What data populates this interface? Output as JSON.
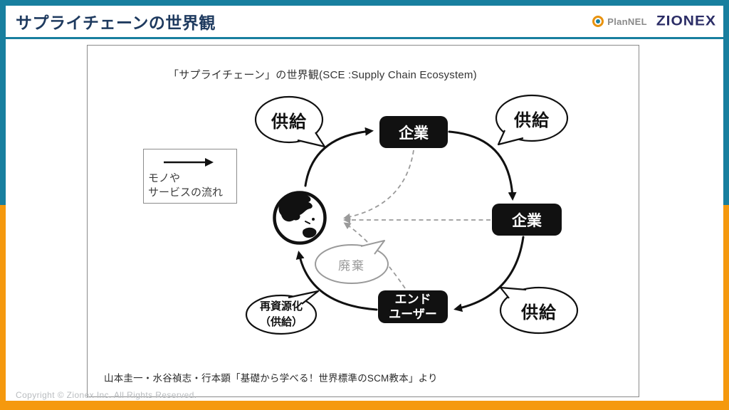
{
  "header": {
    "title": "サプライチェーンの世界観",
    "logos": {
      "plannel": "PlanNEL",
      "zionex": "ZIONEX"
    }
  },
  "diagram": {
    "title": "「サプライチェーン」の世界観(SCE :Supply Chain Ecosystem)",
    "legend": {
      "line1": "モノや",
      "line2": "サービスの流れ"
    },
    "nodes": {
      "company_top": "企業",
      "company_right": "企業",
      "end_user_line1": "エンド",
      "end_user_line2": "ユーザー"
    },
    "bubbles": {
      "supply_top_left": "供給",
      "supply_top_right": "供給",
      "supply_bottom_right": "供給",
      "recycle_line1": "再資源化",
      "recycle_line2": "（供給）",
      "disposal": "廃棄"
    },
    "citation": "山本圭一・水谷禎志・行本顕「基礎から学べる！世界標準のSCM教本」より"
  },
  "footer": {
    "copyright": "Copyright © Zionex Inc. All Rights Reserved."
  },
  "colors": {
    "accent_teal": "#187f9f",
    "accent_orange": "#f5990e",
    "title_navy": "#1e3a5f",
    "zionex_navy": "#2b2d66",
    "node_black": "#111111",
    "dash_gray": "#9a9a9a"
  }
}
